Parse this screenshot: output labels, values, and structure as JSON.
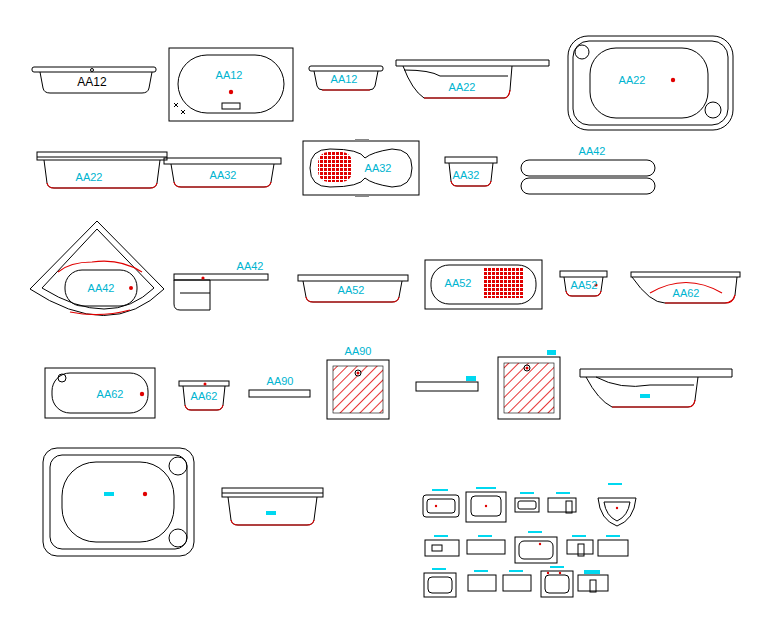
{
  "diagram": {
    "labels": [
      "AA12",
      "AA12",
      "AA12",
      "AA22",
      "AA22",
      "AA22",
      "AA32",
      "AA32",
      "AA32",
      "AA42",
      "AA42",
      "AA42",
      "AA52",
      "AA52",
      "AA52",
      "AA62",
      "AA62",
      "AA62",
      "AA90",
      "AA90"
    ]
  }
}
